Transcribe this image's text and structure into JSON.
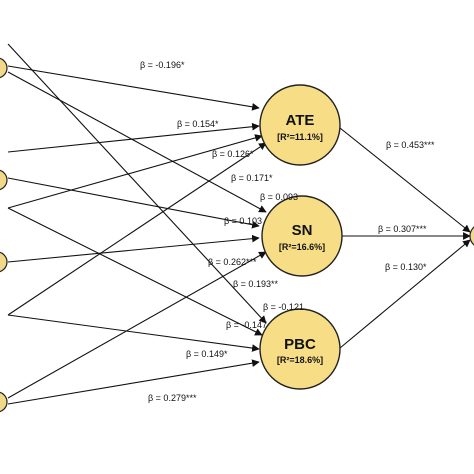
{
  "colors": {
    "node_fill": "#f7de86",
    "line": "#111111"
  },
  "nodes": {
    "ate": {
      "name": "ATE",
      "r2": "[R²=11.1%]"
    },
    "sn": {
      "name": "SN",
      "r2": "[R²=16.6%]"
    },
    "pbc": {
      "name": "PBC",
      "r2": "[R²=18.6%]"
    }
  },
  "paths": [
    "β = -0.196*",
    "β = 0.154*",
    "β = 0.126*",
    "β = 0.171*",
    "β = 0.093",
    "β = 0.103",
    "β = 0.262***",
    "β = 0.193**",
    "β = -0.121",
    "β = -0.147",
    "β = 0.149*",
    "β = 0.279***",
    "β = 0.453***",
    "β = 0.307***",
    "β = 0.130*"
  ]
}
